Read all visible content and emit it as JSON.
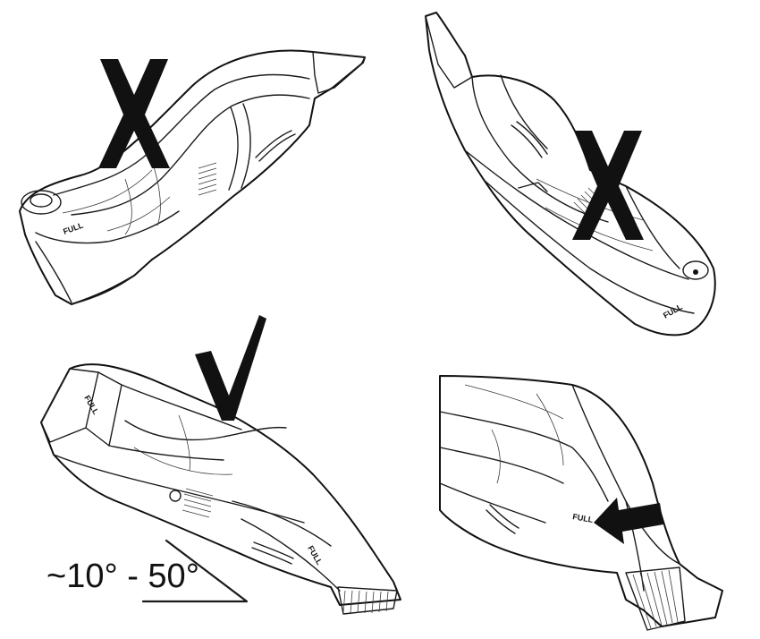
{
  "panels": [
    {
      "id": "top-left",
      "mark": "cross",
      "mark_icon": "x-mark-icon",
      "fill_label": "FULL"
    },
    {
      "id": "top-right",
      "mark": "cross",
      "mark_icon": "x-mark-icon",
      "fill_label": "FULL"
    },
    {
      "id": "bottom-left",
      "mark": "check",
      "mark_icon": "checkmark-icon",
      "fill_label": "FULL",
      "angle_label": "~10° - 50°"
    },
    {
      "id": "bottom-right",
      "mark": "arrow",
      "mark_icon": "arrow-left-icon",
      "fill_label": "FULL"
    }
  ],
  "colors": {
    "ink": "#111111",
    "background": "#ffffff"
  }
}
